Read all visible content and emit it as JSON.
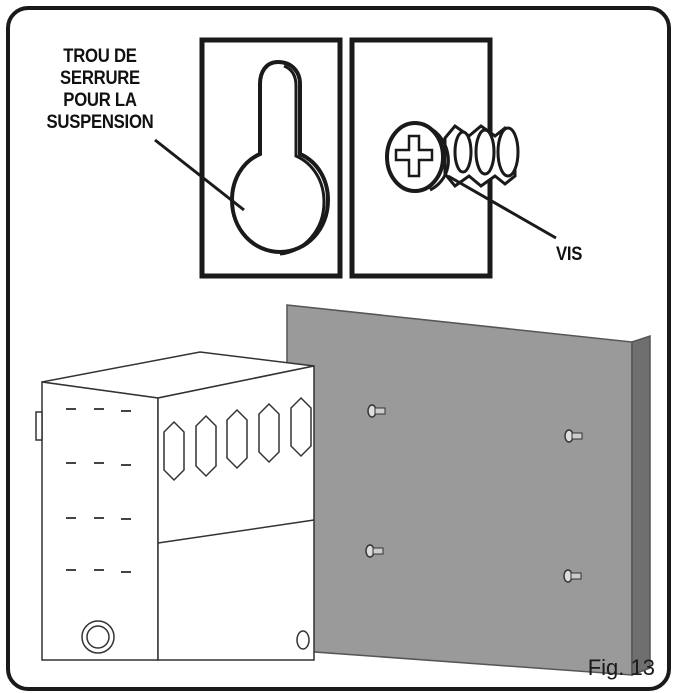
{
  "figure": {
    "keyhole_label_lines": [
      "TROU DE",
      "SERRURE",
      "POUR LA",
      "SUSPENSION"
    ],
    "screw_label": "VIS",
    "figure_number": "Fig. 13"
  },
  "colors": {
    "outline": "#1a1a1a",
    "wall_panel": "#9a9a9a",
    "wall_panel_edge": "#6f6f6f",
    "keyhole_fill": "#ffffff"
  },
  "icons": {
    "keyhole": "keyhole-icon",
    "screw": "screw-icon",
    "cabinet": "cabinet-illustration",
    "wall": "wall-panel-illustration"
  }
}
